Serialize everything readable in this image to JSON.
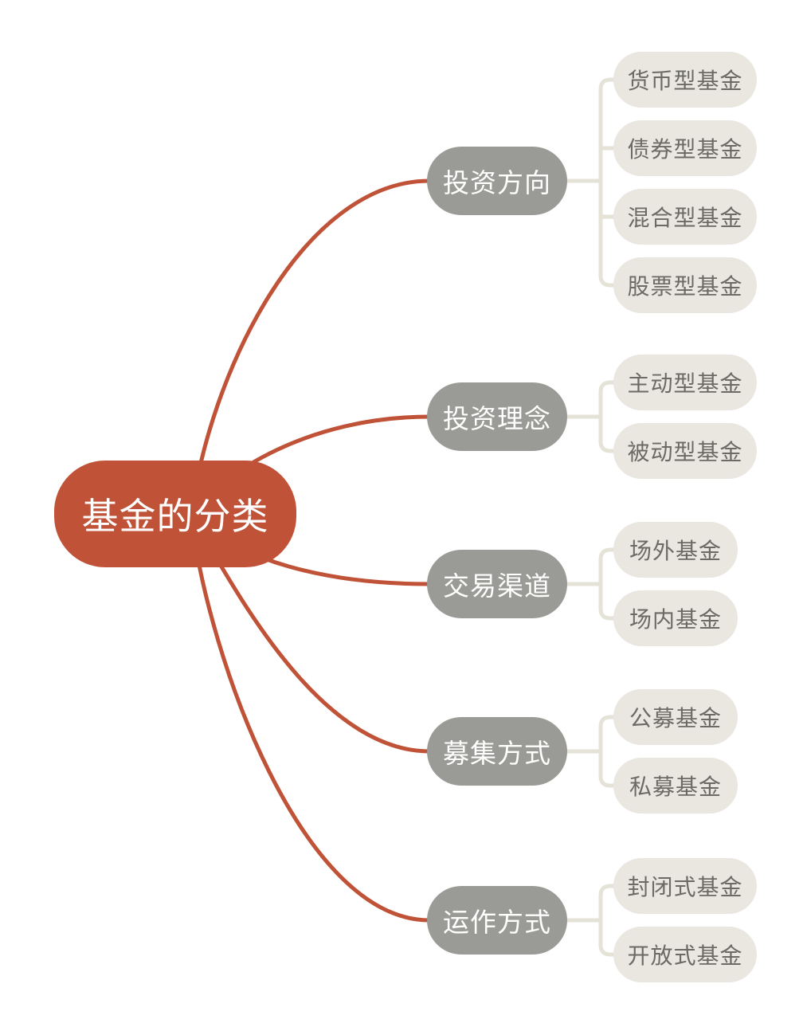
{
  "mindmap": {
    "root": {
      "label": "基金的分类"
    },
    "branches": [
      {
        "label": "投资方向",
        "children": [
          {
            "label": "货币型基金"
          },
          {
            "label": "债券型基金"
          },
          {
            "label": "混合型基金"
          },
          {
            "label": "股票型基金"
          }
        ]
      },
      {
        "label": "投资理念",
        "children": [
          {
            "label": "主动型基金"
          },
          {
            "label": "被动型基金"
          }
        ]
      },
      {
        "label": "交易渠道",
        "children": [
          {
            "label": "场外基金"
          },
          {
            "label": "场内基金"
          }
        ]
      },
      {
        "label": "募集方式",
        "children": [
          {
            "label": "公募基金"
          },
          {
            "label": "私募基金"
          }
        ]
      },
      {
        "label": "运作方式",
        "children": [
          {
            "label": "封闭式基金"
          },
          {
            "label": "开放式基金"
          }
        ]
      }
    ],
    "colors": {
      "root_fill": "#bf5237",
      "branch_fill": "#9a9a96",
      "leaf_fill": "#e9e7e0",
      "node_text": "#ffffff",
      "leaf_text": "#6b6a64",
      "link_red": "#bf5237",
      "link_beige": "#e5e2d7",
      "background": "#ffffff"
    }
  }
}
